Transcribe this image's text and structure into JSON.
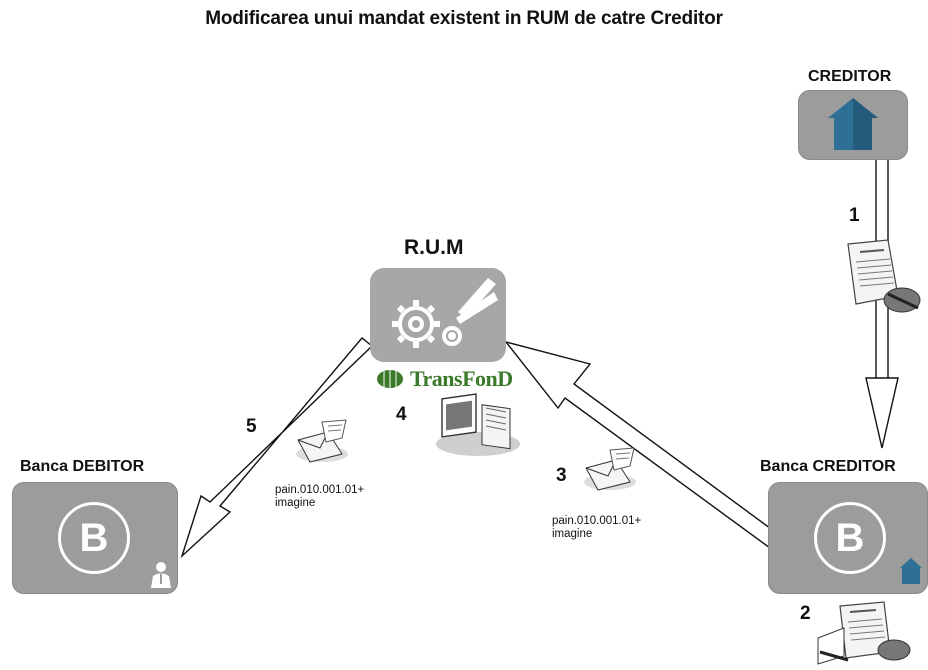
{
  "title": "Modificarea unui  mandat existent in  RUM   de catre Creditor",
  "nodes": {
    "creditor": "CREDITOR",
    "rum": "R.U.M",
    "banca_debitor": "Banca DEBITOR",
    "banca_creditor": "Banca CREDITOR"
  },
  "bank_letter": "B",
  "logo_text": "TransFonD",
  "steps": [
    "1",
    "2",
    "3",
    "4",
    "5"
  ],
  "messages": {
    "step3_line1": "pain.010.001.01+",
    "step3_line2": "imagine",
    "step5_line1": "pain.010.001.01+",
    "step5_line2": "imagine"
  }
}
